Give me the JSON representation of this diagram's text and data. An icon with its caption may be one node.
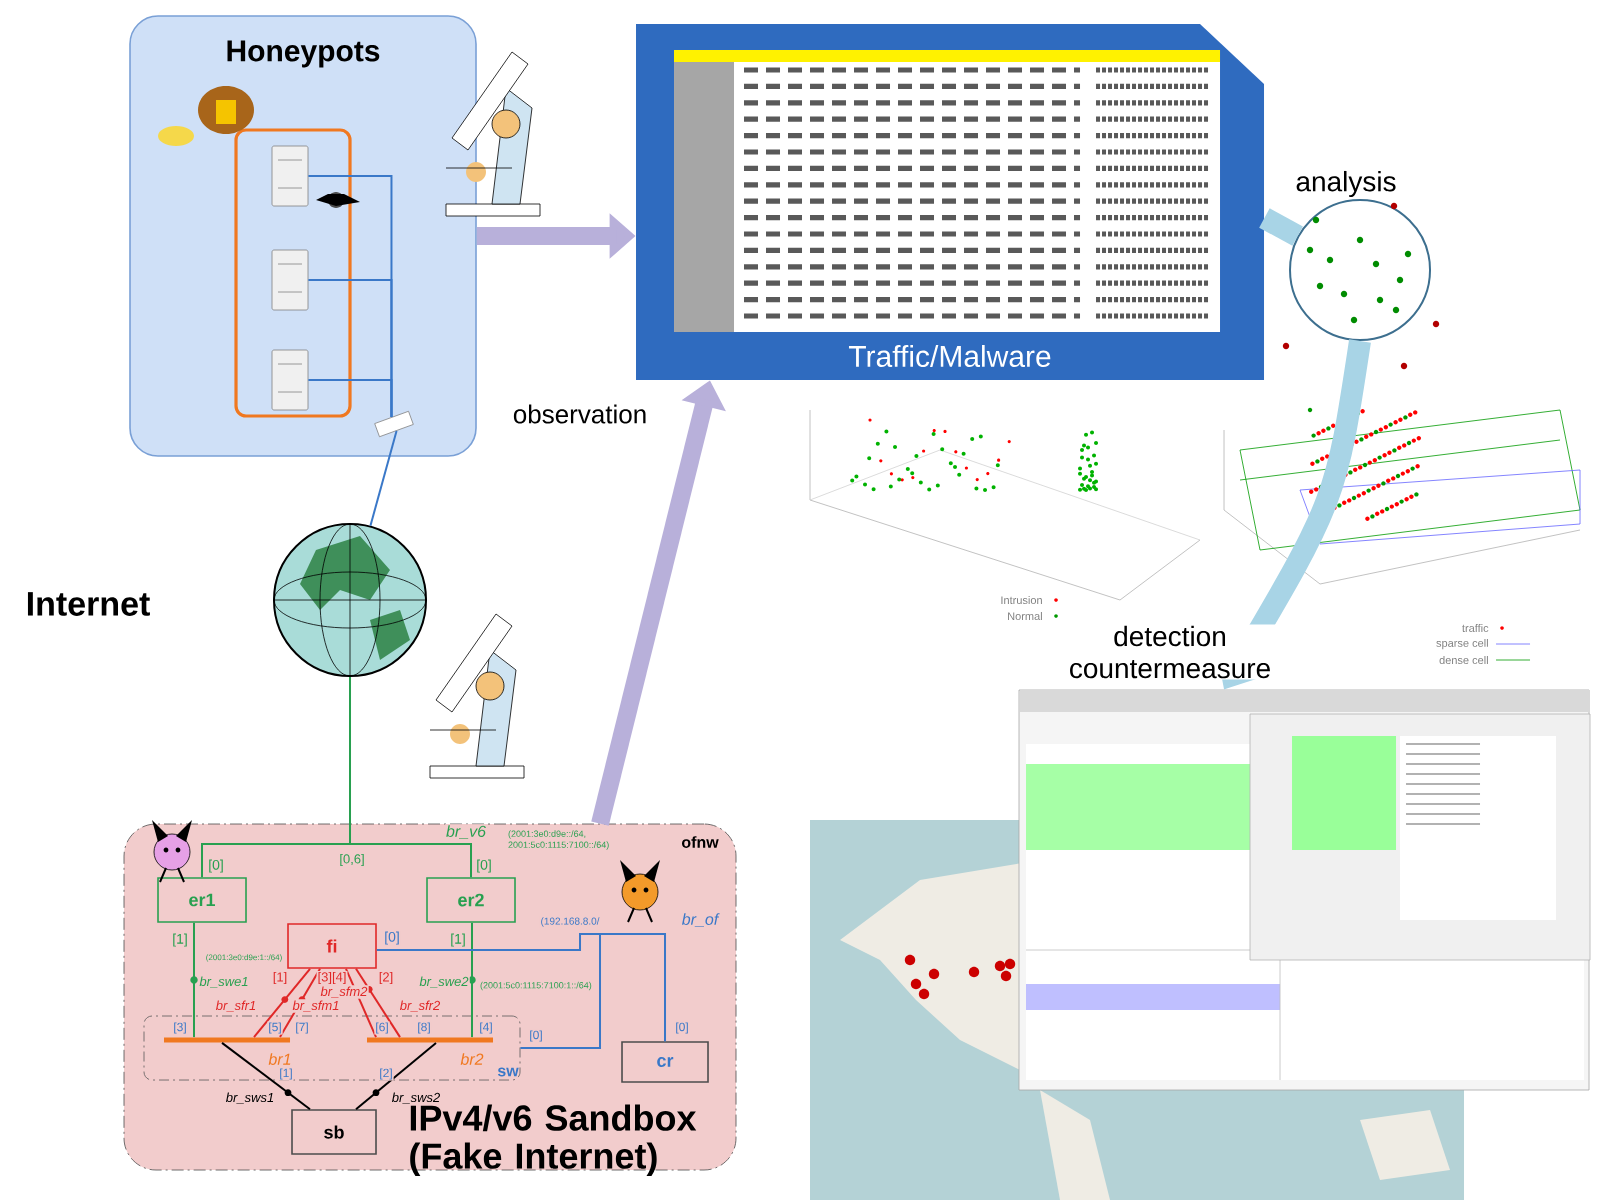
{
  "diagram": {
    "nodes": [
      {
        "text": [
          "Honeypots"
        ]
      },
      {
        "text": [],
        "shape": "box",
        "in": 0
      },
      {
        "text": [],
        "shape": "box",
        "in": 0
      },
      {
        "text": [],
        "shape": "box",
        "in": 0
      },
      {
        "text": [],
        "shape": "box",
        "in": 0
      },
      {
        "text": [],
        "shape": "circle",
        "beside": [
          "Internet"
        ]
      },
      {
        "text": [
          "Traffic/Malware"
        ]
      },
      {
        "text": [
          "ofnw",
          "IPv4/v6 Sandbox (Fake Internet)"
        ]
      },
      {
        "text": [
          "er1"
        ],
        "in": 7
      },
      {
        "text": [
          "er2"
        ],
        "in": 7
      },
      {
        "text": [
          "fi"
        ],
        "in": 7
      },
      {
        "text": [
          "sw"
        ],
        "in": 7
      },
      {
        "text": [
          "br1"
        ],
        "in": 11
      },
      {
        "text": [
          "br2"
        ],
        "in": 11
      },
      {
        "text": [
          "sb"
        ],
        "in": 7
      },
      {
        "text": [
          "cr"
        ],
        "in": 7
      },
      {
        "text": [],
        "shape": "circle",
        "beside": [
          "analysis"
        ]
      },
      {
        "text": [],
        "shape": "picture"
      }
    ],
    "edges": [
      {
        "from": 0,
        "to": 6,
        "arrow": "to",
        "style": "thick",
        "color": "#b8b0da"
      },
      {
        "from": 7,
        "to": 6,
        "arrow": "to",
        "style": "thick",
        "color": "#b8b0da",
        "label": "observation"
      },
      {
        "from": 1,
        "to": 4,
        "arrow": "none",
        "color": "#3a78c8"
      },
      {
        "from": 2,
        "to": 4,
        "arrow": "none",
        "color": "#3a78c8"
      },
      {
        "from": 3,
        "to": 4,
        "arrow": "none",
        "color": "#3a78c8"
      },
      {
        "from": 4,
        "to": 5,
        "arrow": "none",
        "color": "#3a78c8"
      },
      {
        "from": 5,
        "to": 8,
        "arrow": "none",
        "color": "#28a050"
      },
      {
        "from": 5,
        "to": 9,
        "arrow": "none",
        "color": "#28a050"
      },
      {
        "from": 8,
        "to": 12,
        "arrow": "none",
        "color": "#28a050",
        "label": "br_swe1"
      },
      {
        "from": 9,
        "to": 13,
        "arrow": "none",
        "color": "#28a050",
        "label": "br_swe2"
      },
      {
        "from": 10,
        "to": 12,
        "arrow": "none",
        "color": "#e02828",
        "label": "br_sfr1"
      },
      {
        "from": 10,
        "to": 12,
        "arrow": "none",
        "color": "#e02828",
        "label": "br_sfm1"
      },
      {
        "from": 10,
        "to": 13,
        "arrow": "none",
        "color": "#e02828",
        "label": "br_sfm2"
      },
      {
        "from": 10,
        "to": 13,
        "arrow": "none",
        "color": "#e02828",
        "label": "br_sfr2"
      },
      {
        "from": 12,
        "to": 14,
        "arrow": "none",
        "color": "#000000",
        "label": "br_sws1"
      },
      {
        "from": 13,
        "to": 14,
        "arrow": "none",
        "color": "#000000",
        "label": "br_sws2"
      },
      {
        "from": 10,
        "to": 15,
        "arrow": "none",
        "color": "#3a78c8"
      },
      {
        "from": 11,
        "to": 15,
        "arrow": "none",
        "color": "#3a78c8"
      },
      {
        "from": 6,
        "to": 16,
        "arrow": "none",
        "style": "thick",
        "color": "#a8d4e6"
      },
      {
        "from": 16,
        "to": 17,
        "arrow": "to",
        "style": "thick",
        "color": "#a8d4e6",
        "label": "detection countermeasure"
      }
    ],
    "labels": [
      "[0,6]",
      "br_v6",
      "(2001:3e0:d9e::/64, 2001:5c0:1115:7100::/64)",
      "[0]",
      "[0]",
      "[1]",
      "[1]",
      "(2001:3e0:d9e:1::/64)",
      "(2001:5c0:1115:7100:1::/64)",
      "[0]",
      "(192.168.8.0/",
      "br_of",
      "[1]",
      "[3][4]",
      "[2]",
      "[3]",
      "[5]",
      "[7]",
      "[6]",
      "[8]",
      "[4]",
      "[0]",
      "[0]",
      "[1]",
      "[2]"
    ],
    "legend": [
      {
        "text": "Intrusion"
      },
      {
        "text": "Normal"
      },
      {
        "text": "traffic"
      },
      {
        "text": "sparse cell"
      },
      {
        "text": "dense cell"
      }
    ]
  }
}
